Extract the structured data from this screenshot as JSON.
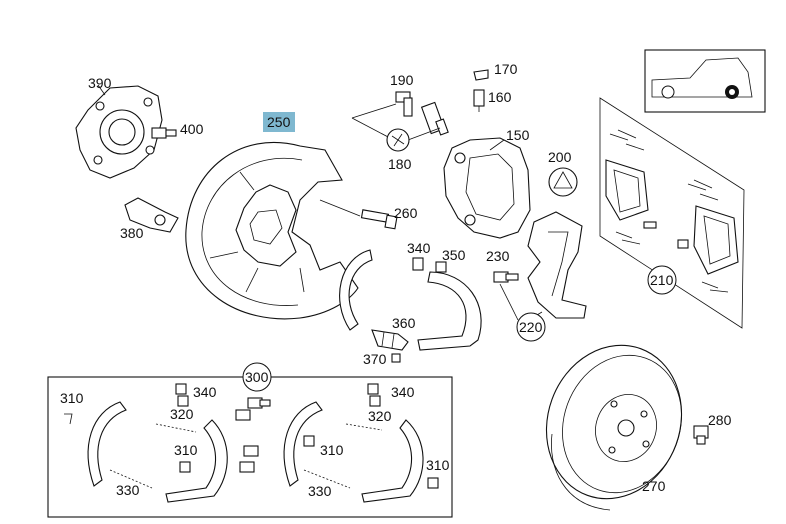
{
  "highlight_color": "#7fb8d0",
  "labels": {
    "l390": "390",
    "l400": "400",
    "l380": "380",
    "l250": "250",
    "l190": "190",
    "l180": "180",
    "l170": "170",
    "l160": "160",
    "l150": "150",
    "l200": "200",
    "l260": "260",
    "l340": "340",
    "l350": "350",
    "l230": "230",
    "l220": "220",
    "l210": "210",
    "l360": "360",
    "l370": "370",
    "l300": "300",
    "k310a": "310",
    "k340a": "340",
    "k320a": "320",
    "k310b": "310",
    "k330a": "330",
    "k340b": "340",
    "k320b": "320",
    "k310c": "310",
    "k310d": "310",
    "k330b": "330",
    "l280": "280",
    "l270": "270"
  },
  "icons": [
    "car-silhouette-icon",
    "wrench-icon"
  ]
}
